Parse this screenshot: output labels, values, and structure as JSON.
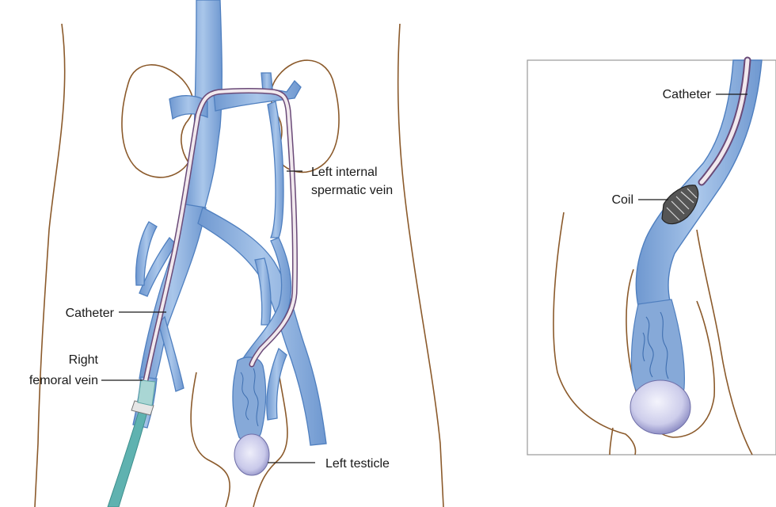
{
  "main_view": {
    "labels": {
      "left_internal_spermatic_vein_line1": "Left internal",
      "left_internal_spermatic_vein_line2": "spermatic vein",
      "catheter": "Catheter",
      "right_femoral_vein_line1": "Right",
      "right_femoral_vein_line2": "femoral vein",
      "left_testicle": "Left testicle"
    }
  },
  "inset_view": {
    "labels": {
      "catheter": "Catheter",
      "coil": "Coil"
    }
  },
  "colors": {
    "vein_fill": "#7fa6d8",
    "vein_edge": "#4f7fbf",
    "vein_highlight": "#b9d1ef",
    "skin_outline": "#8b5a2b",
    "catheter_fill": "#f1e9ee",
    "catheter_edge": "#6a4a78",
    "sheath": "#5fb2b0",
    "testicle": "#d8d8ef",
    "coil": "#333333",
    "leader_line": "#1a1a1a"
  }
}
